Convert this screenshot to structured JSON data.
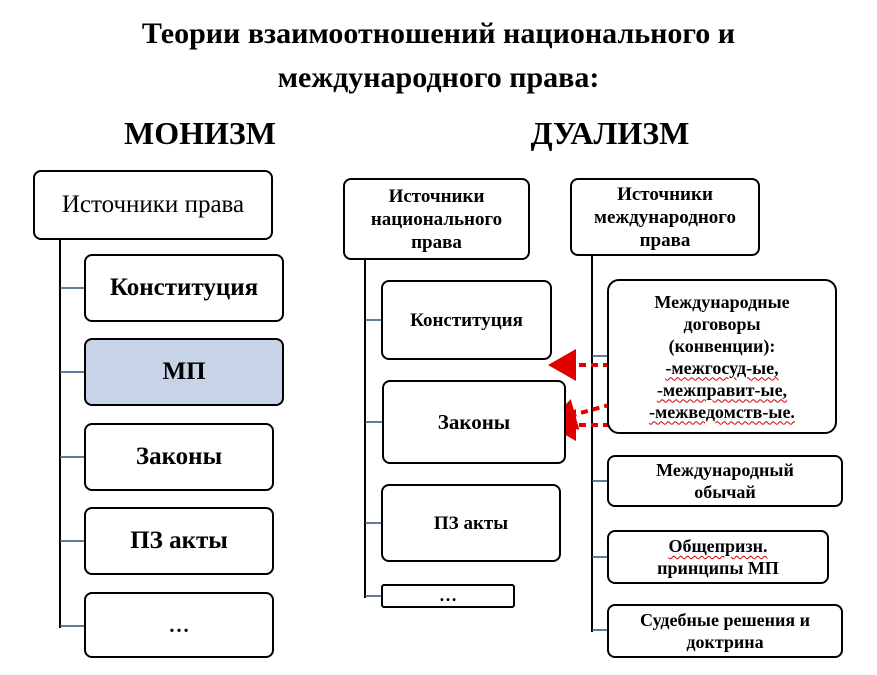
{
  "title": {
    "line1": "Теории взаимоотношений национального и",
    "line2": "международного права:"
  },
  "monism": {
    "heading": "МОНИЗМ",
    "root": "Источники права",
    "items": [
      "Конституция",
      "МП",
      "Законы",
      "ПЗ акты",
      "…"
    ]
  },
  "dualism": {
    "heading": "ДУАЛИЗМ",
    "national": {
      "root": [
        "Источники",
        "национального",
        "права"
      ],
      "items": [
        "Конституция",
        "Законы",
        "ПЗ акты",
        "…"
      ]
    },
    "international": {
      "root": [
        "Источники",
        "международного",
        "права"
      ],
      "treaties": {
        "lines": [
          "Международные",
          "договоры",
          "(конвенции):"
        ],
        "kinds": [
          "-межгосуд-ые,",
          "-межправит-ые,",
          "-межведомств-ые."
        ]
      },
      "items": [
        [
          "Международный",
          "обычай"
        ],
        [
          "Общепризн.",
          "принципы МП"
        ],
        [
          "Судебные решения и",
          "доктрина"
        ]
      ]
    }
  },
  "colors": {
    "highlight_box": "#c7d4e8",
    "connector": "#2f4f7f",
    "arrow": "#e00000"
  }
}
